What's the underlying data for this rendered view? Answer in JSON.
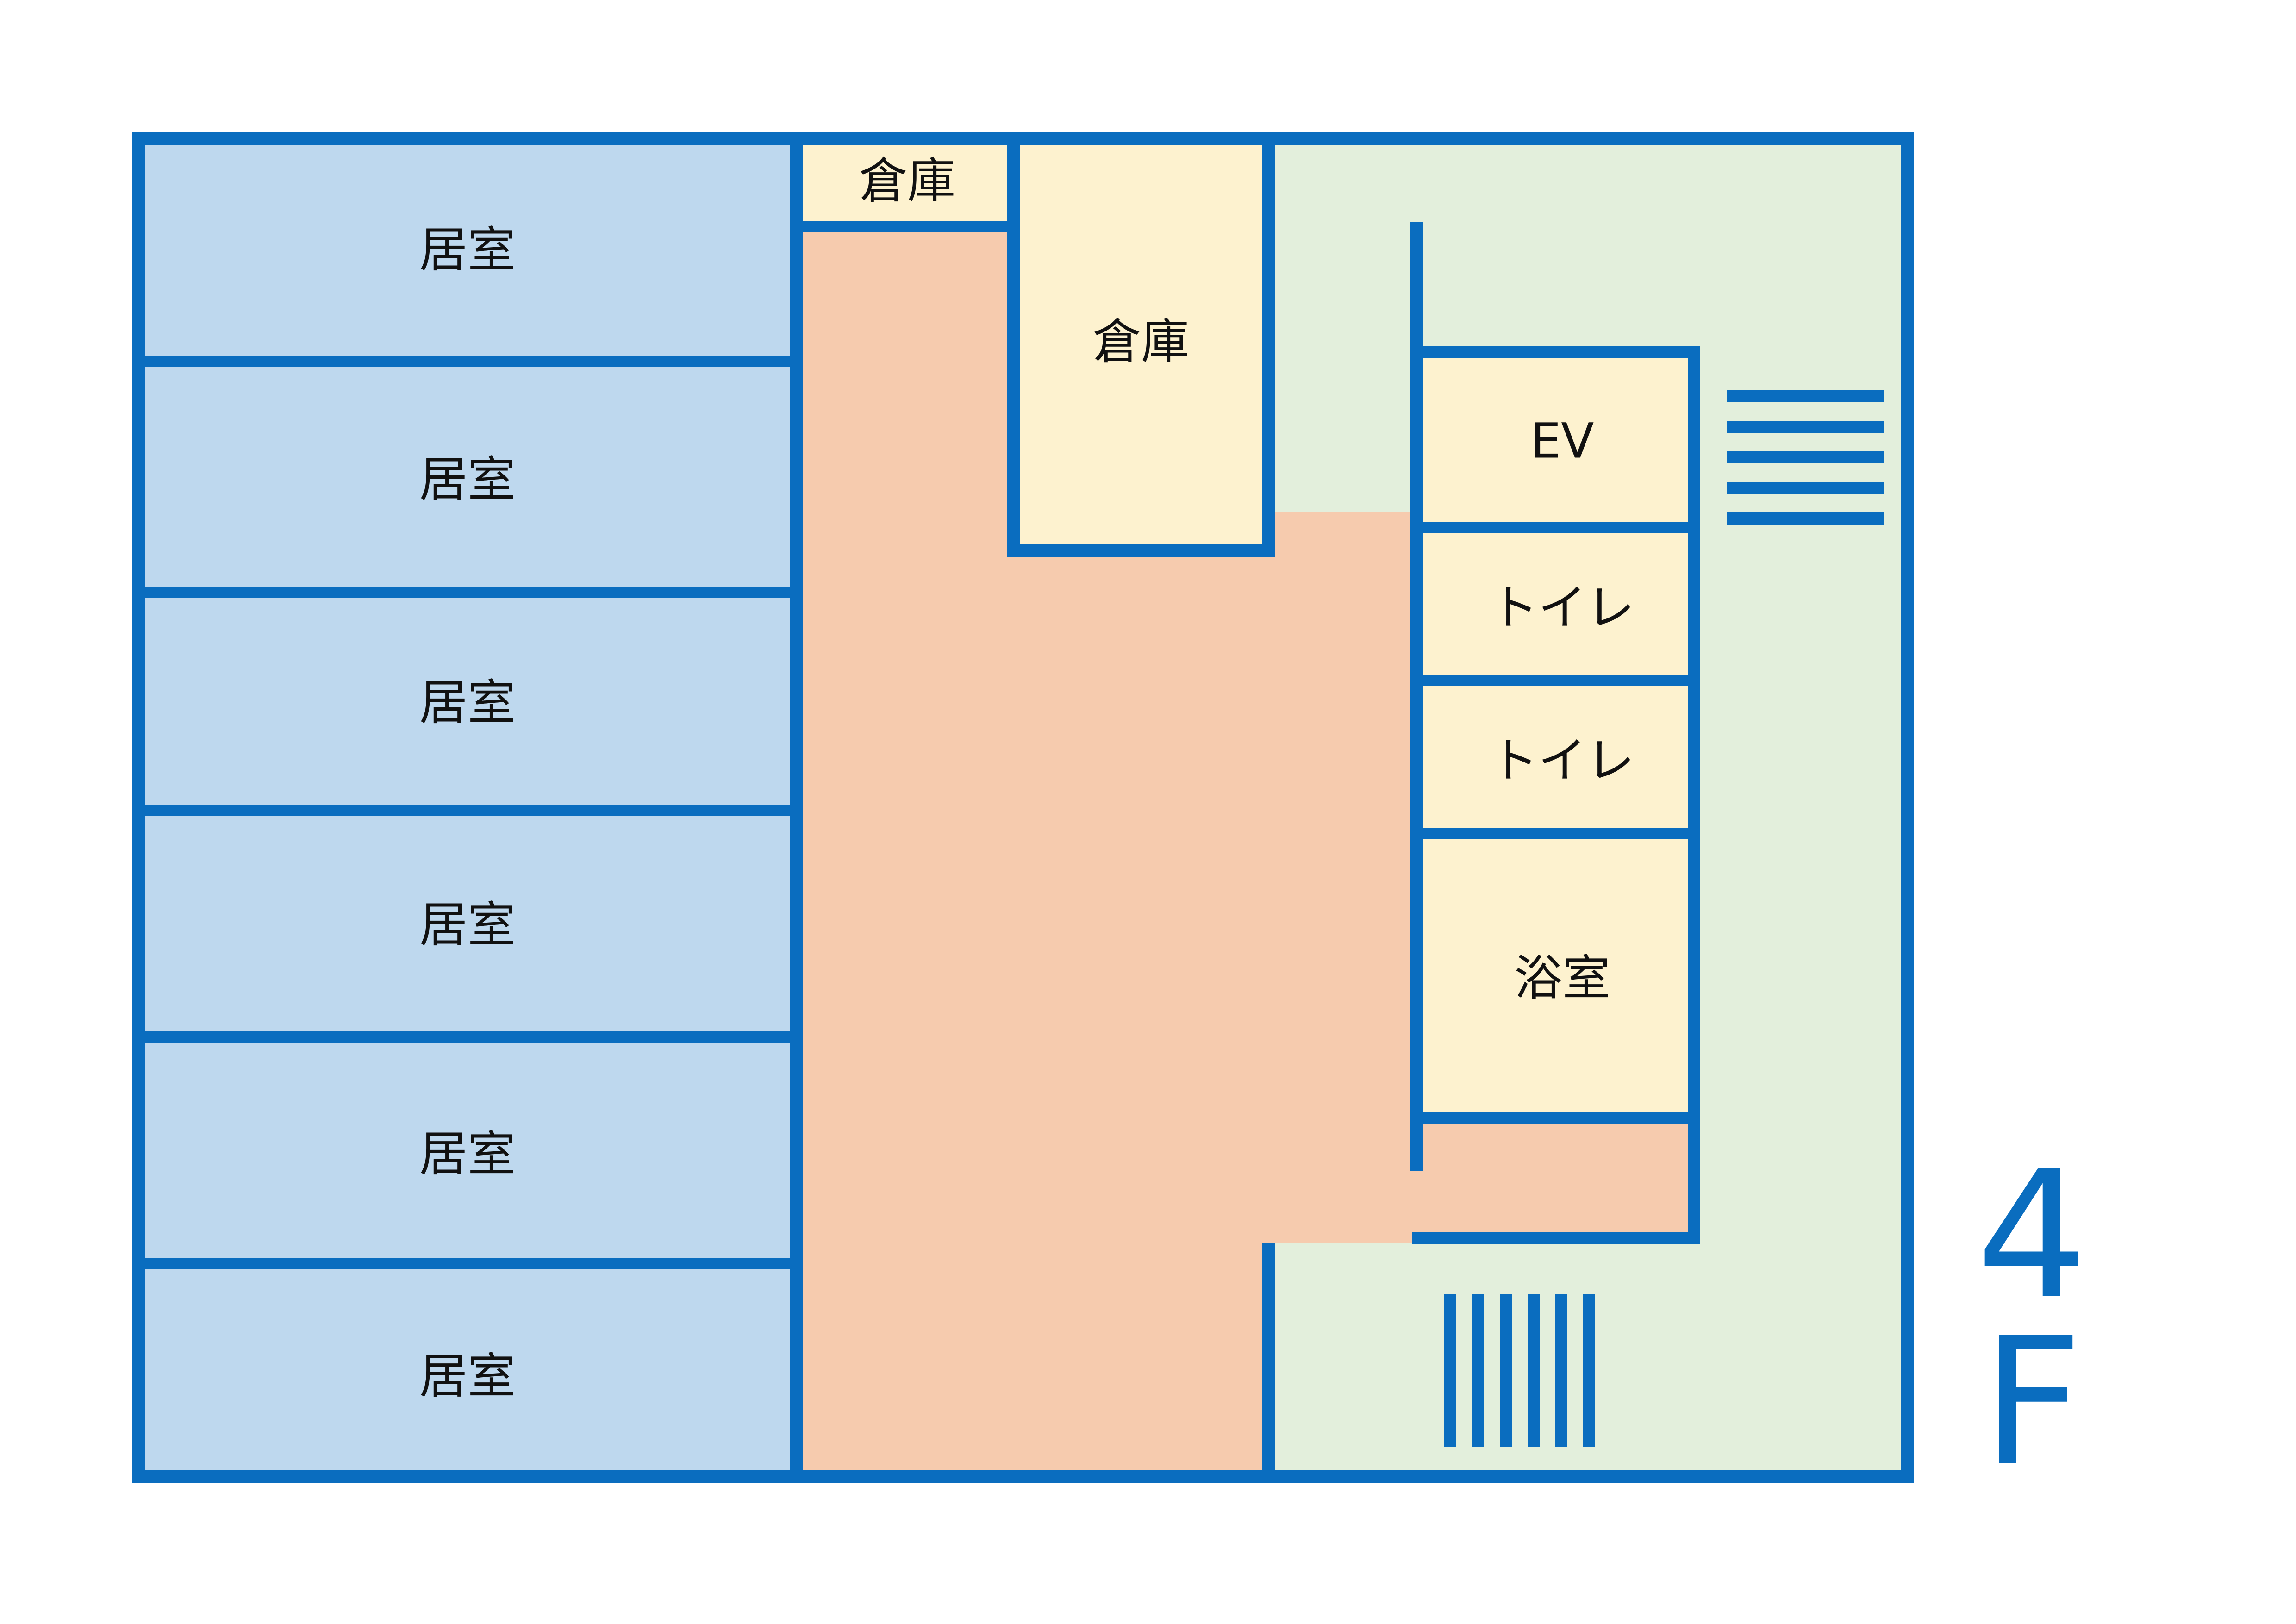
{
  "floor_label": {
    "number": "4",
    "letter": "F"
  },
  "rooms": {
    "living_1": "居室",
    "living_2": "居室",
    "living_3": "居室",
    "living_4": "居室",
    "living_5": "居室",
    "living_6": "居室",
    "storage_small": "倉庫",
    "storage_large": "倉庫",
    "elevator": "EV",
    "toilet_1": "トイレ",
    "toilet_2": "トイレ",
    "bathroom": "浴室"
  },
  "colors": {
    "wall": "#0a6dbf",
    "living_room": "#bed8ee",
    "service_room": "#fdf2cf",
    "corridor": "#f6cbae",
    "stair_hall": "#e3efdc",
    "background": "#ffffff"
  },
  "icons": {
    "stairs_horizontal": "stairs-icon",
    "stairs_vertical": "stairs-icon"
  }
}
